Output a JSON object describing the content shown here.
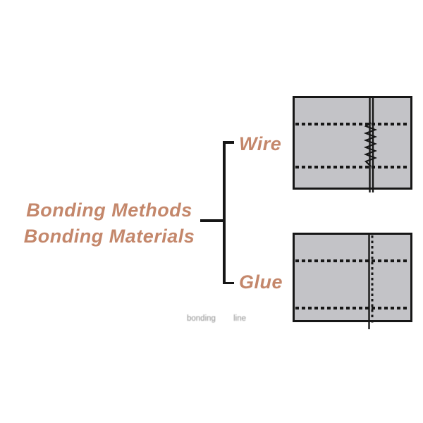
{
  "colors": {
    "accent_text": "#c4876b",
    "panel_fill": "#c3c3c7",
    "line": "#161616",
    "caption": "#8f8f8f",
    "background": "#ffffff"
  },
  "labels": {
    "method_line1": "Bonding Methods",
    "method_line2": "Bonding Materials",
    "branch_wire": "Wire",
    "branch_glue": "Glue"
  },
  "caption": {
    "text": "bonding line"
  }
}
